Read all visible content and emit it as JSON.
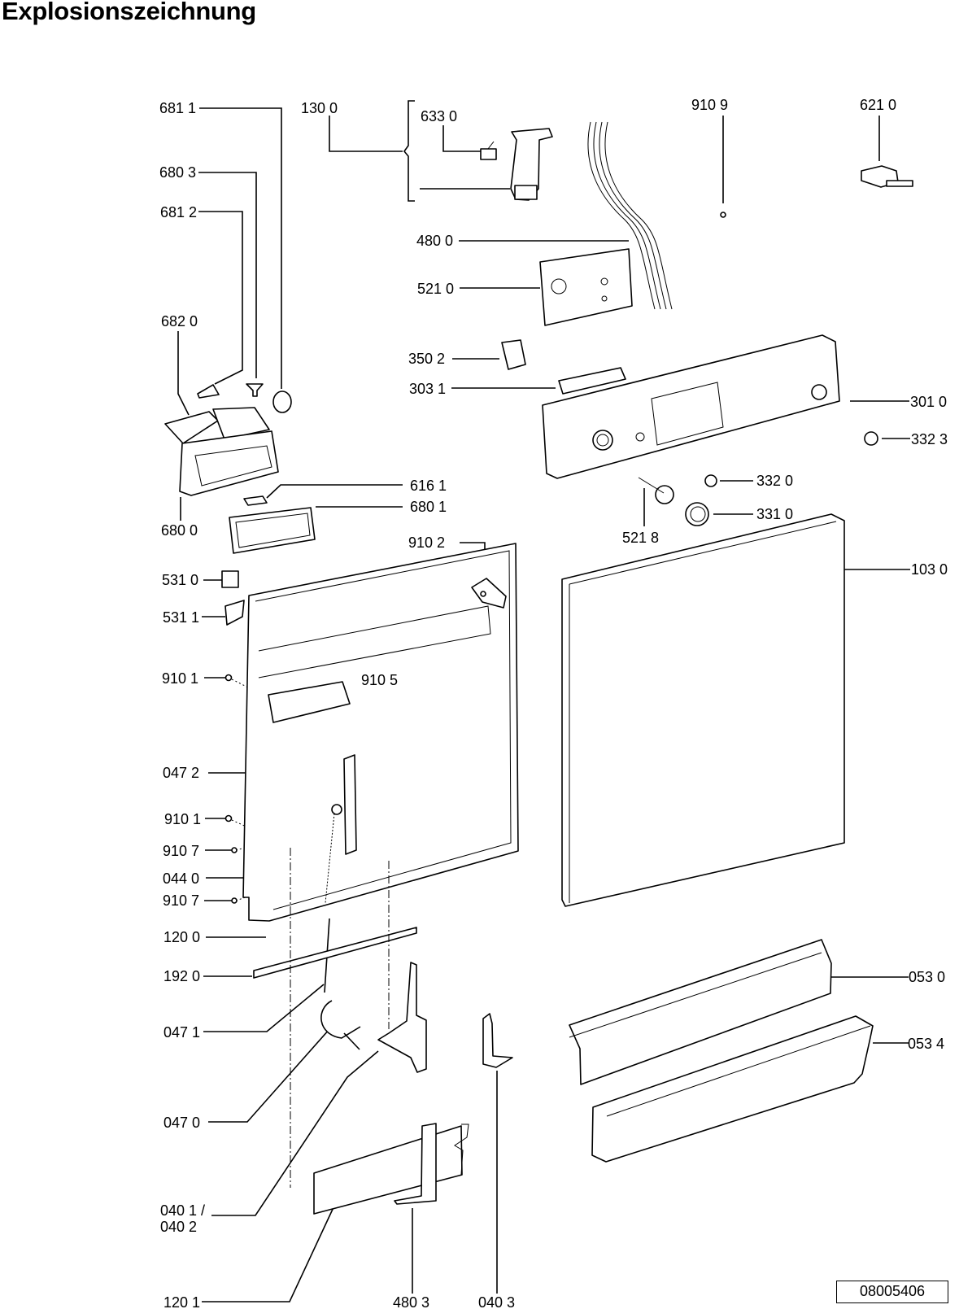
{
  "title": "Explosionszeichnung",
  "document_id": "08005406",
  "parts": [
    {
      "id": "681 1"
    },
    {
      "id": "130 0"
    },
    {
      "id": "633 0"
    },
    {
      "id": "910 9"
    },
    {
      "id": "621 0"
    },
    {
      "id": "680 3"
    },
    {
      "id": "681 2"
    },
    {
      "id": "480 0"
    },
    {
      "id": "521 0"
    },
    {
      "id": "682 0"
    },
    {
      "id": "350 2"
    },
    {
      "id": "303 1"
    },
    {
      "id": "301 0"
    },
    {
      "id": "332 3"
    },
    {
      "id": "616 1"
    },
    {
      "id": "680 1"
    },
    {
      "id": "332 0"
    },
    {
      "id": "680 0"
    },
    {
      "id": "331 0"
    },
    {
      "id": "521 8"
    },
    {
      "id": "910 2"
    },
    {
      "id": "103 0"
    },
    {
      "id": "531 0"
    },
    {
      "id": "531 1"
    },
    {
      "id": "910 1"
    },
    {
      "id": "910 5"
    },
    {
      "id": "047 2"
    },
    {
      "id": "910 1"
    },
    {
      "id": "910 7"
    },
    {
      "id": "044 0"
    },
    {
      "id": "910 7"
    },
    {
      "id": "120 0"
    },
    {
      "id": "192 0"
    },
    {
      "id": "053 0"
    },
    {
      "id": "047 1"
    },
    {
      "id": "053 4"
    },
    {
      "id": "047 0"
    },
    {
      "id": "040 1 /"
    },
    {
      "id": "040 2"
    },
    {
      "id": "120 1"
    },
    {
      "id": "480 3"
    },
    {
      "id": "040 3"
    }
  ]
}
